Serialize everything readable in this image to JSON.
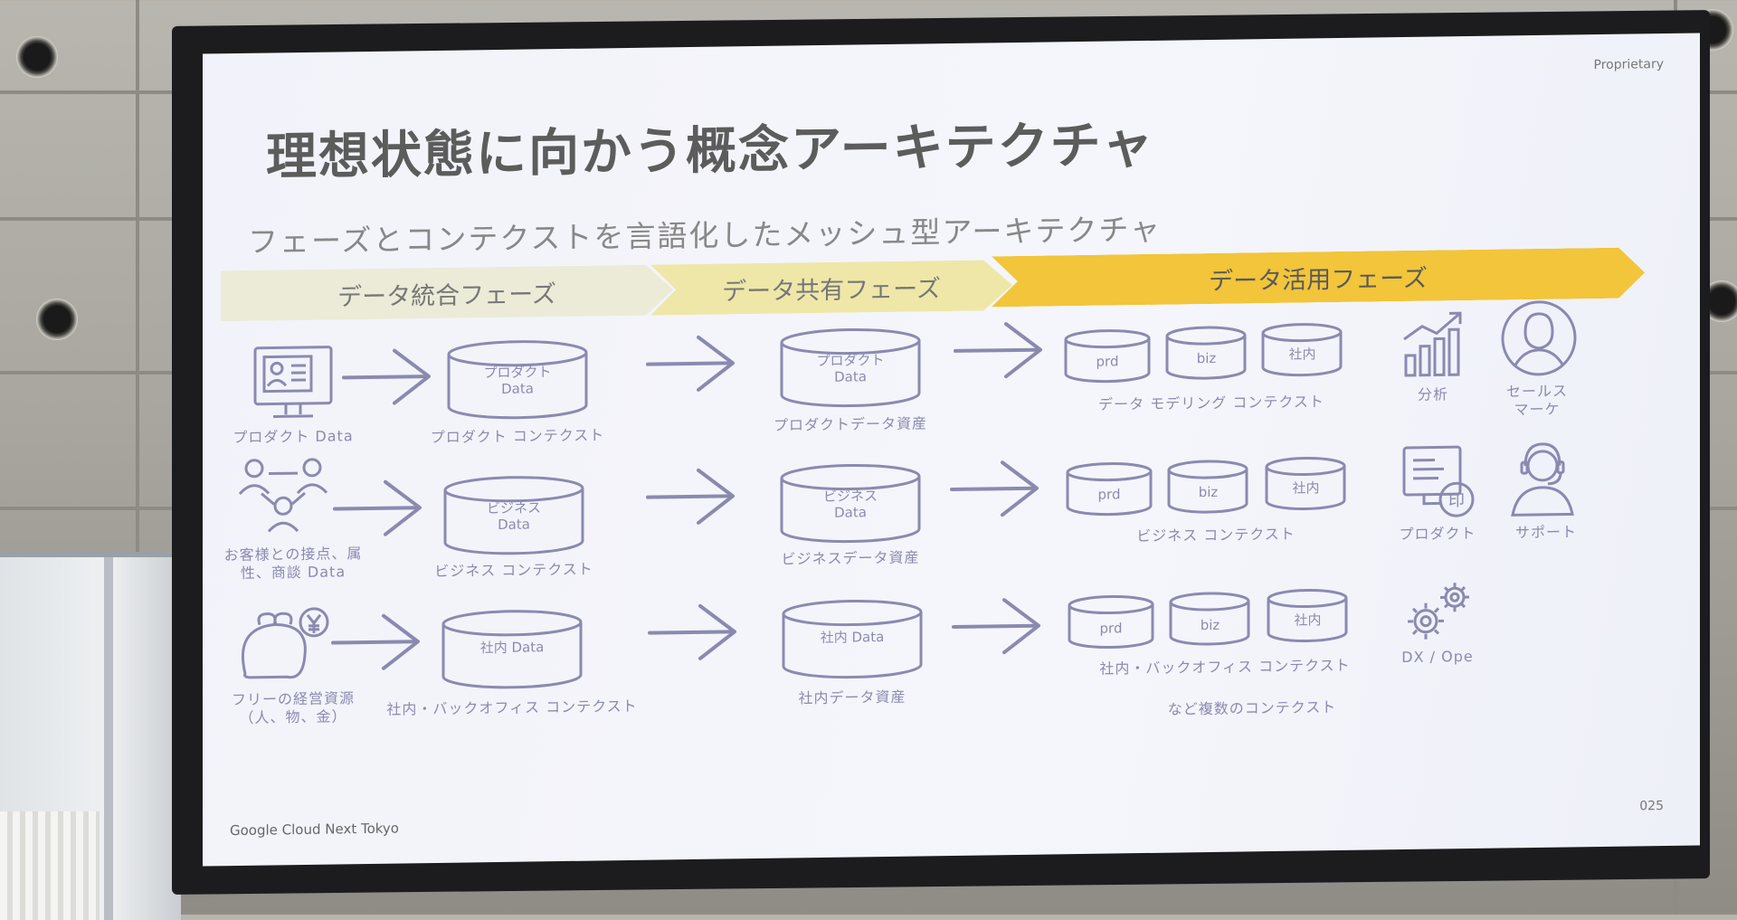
{
  "slide": {
    "proprietary": "Proprietary",
    "title": "理想状態に向かう概念アーキテクチャ",
    "subtitle": "フェーズとコンテクストを言語化したメッシュ型アーキテクチャ",
    "footer": "Google Cloud Next Tokyo",
    "page_number": "025"
  },
  "phases": [
    {
      "label": "データ統合フェーズ",
      "color": "#ecebd8"
    },
    {
      "label": "データ共有フェーズ",
      "color": "#efe7a8"
    },
    {
      "label": "データ活用フェーズ",
      "color": "#f2c53a"
    }
  ],
  "rows": [
    {
      "source_label": "プロダクト Data",
      "source_icon": "monitor-profile-icon",
      "context_cylinder": [
        "プロダクト",
        "Data"
      ],
      "context_label": "プロダクト コンテクスト",
      "asset_cylinder": [
        "プロダクト",
        "Data"
      ],
      "asset_label": "プロダクトデータ資産",
      "model_cylinders": [
        "prd",
        "biz",
        "社内"
      ],
      "model_label": "データ モデリング コンテクスト"
    },
    {
      "source_label_1": "お客様との接点、属",
      "source_label_2": "性、商談 Data",
      "source_icon": "people-network-icon",
      "context_cylinder": [
        "ビジネス",
        "Data"
      ],
      "context_label": "ビジネス コンテクスト",
      "asset_cylinder": [
        "ビジネス",
        "Data"
      ],
      "asset_label": "ビジネスデータ資産",
      "model_cylinders": [
        "prd",
        "biz",
        "社内"
      ],
      "model_label": "ビジネス コンテクスト"
    },
    {
      "source_label_1": "フリーの経営資源",
      "source_label_2": "（人、物、金）",
      "source_icon": "purse-yen-icon",
      "context_cylinder": [
        "社内 Data"
      ],
      "context_label": "社内・バックオフィス コンテクスト",
      "asset_cylinder": [
        "社内 Data"
      ],
      "asset_label": "社内データ資産",
      "model_cylinders": [
        "prd",
        "biz",
        "社内"
      ],
      "model_label": "社内・バックオフィス コンテクスト"
    }
  ],
  "more_contexts": "など複数のコンテクスト",
  "uses": [
    {
      "label": "分析",
      "icon": "chart-growth-icon"
    },
    {
      "label_1": "セールス",
      "label_2": "マーケ",
      "icon": "person-circle-icon"
    },
    {
      "label": "プロダクト",
      "icon": "screen-stamp-icon"
    },
    {
      "label": "サポート",
      "icon": "headset-agent-icon"
    },
    {
      "label": "DX / Ope",
      "icon": "gears-icon"
    }
  ]
}
